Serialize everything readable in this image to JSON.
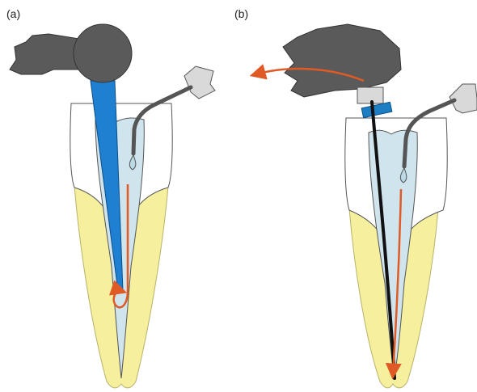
{
  "panels": [
    {
      "id": "a",
      "label": "(a)"
    },
    {
      "id": "b",
      "label": "(b)"
    }
  ],
  "colors": {
    "dentin": "#f5ef9e",
    "dentin_stroke": "#b8b26a",
    "crown_fill": "#ffffff",
    "outline": "#555555",
    "canal_irrigant": "#cfe4ec",
    "handpiece": "#5a5a5a",
    "syringe_tip": "#d9d9d9",
    "needle": "#555555",
    "irrigant_drop": "#bcd9e6",
    "blue_tip": "#1f7fd0",
    "stopper": "#1d7ec4",
    "file": "#111111",
    "flow_arrow": "#e05a26"
  },
  "icons": [
    "ultrasonic-handpiece-icon",
    "irrigation-syringe-icon",
    "file-stopper-icon"
  ]
}
